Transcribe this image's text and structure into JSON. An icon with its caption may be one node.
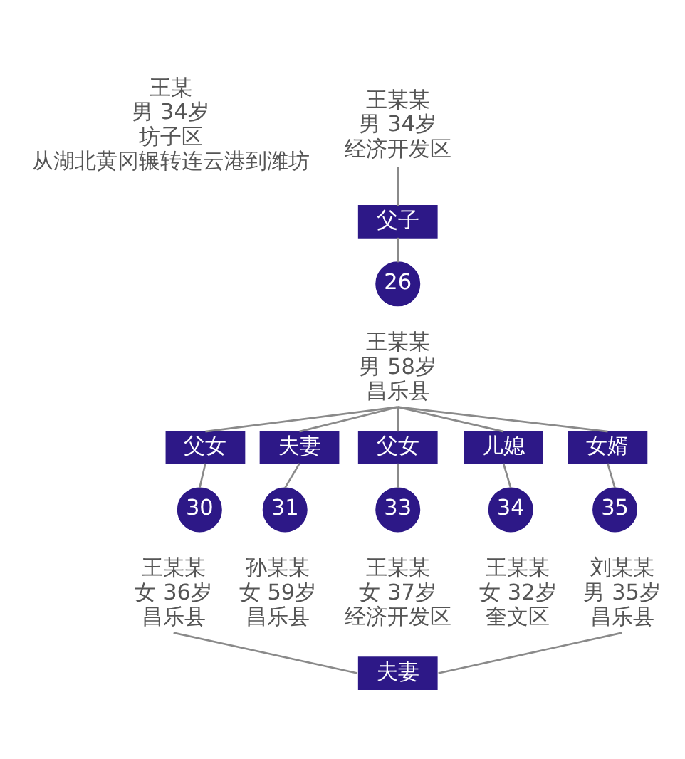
{
  "diagram": {
    "nodes": [
      {
        "text": [
          "王某某",
          "男 34岁",
          "经济开发区"
        ]
      },
      {
        "text": [
          "父子"
        ]
      },
      {
        "text": [
          "26"
        ]
      },
      {
        "text": [
          "王某某",
          "男 58岁",
          "昌乐县"
        ]
      },
      {
        "text": [
          "父女"
        ]
      },
      {
        "text": [
          "夫妻"
        ]
      },
      {
        "text": [
          "父女"
        ]
      },
      {
        "text": [
          "儿媳"
        ]
      },
      {
        "text": [
          "女婿"
        ]
      },
      {
        "text": [
          "30"
        ]
      },
      {
        "text": [
          "31"
        ]
      },
      {
        "text": [
          "33"
        ]
      },
      {
        "text": [
          "34"
        ]
      },
      {
        "text": [
          "35"
        ]
      },
      {
        "text": [
          "王某某",
          "女 36岁",
          "昌乐县"
        ]
      },
      {
        "text": [
          "孙某某",
          "女 59岁",
          "昌乐县"
        ]
      },
      {
        "text": [
          "王某某",
          "女 37岁",
          "经济开发区"
        ]
      },
      {
        "text": [
          "王某某",
          "女 32岁",
          "奎文区"
        ]
      },
      {
        "text": [
          "刘某某",
          "男 35岁",
          "昌乐县"
        ]
      },
      {
        "text": [
          "夫妻"
        ]
      }
    ],
    "edges": [
      {
        "from": 0,
        "to": 1,
        "arrow": "none"
      },
      {
        "from": 1,
        "to": 2,
        "arrow": "none"
      },
      {
        "from": 3,
        "to": 4,
        "arrow": "none"
      },
      {
        "from": 3,
        "to": 5,
        "arrow": "none"
      },
      {
        "from": 3,
        "to": 6,
        "arrow": "none"
      },
      {
        "from": 3,
        "to": 7,
        "arrow": "none"
      },
      {
        "from": 3,
        "to": 8,
        "arrow": "none"
      },
      {
        "from": 4,
        "to": 9,
        "arrow": "none"
      },
      {
        "from": 5,
        "to": 10,
        "arrow": "none"
      },
      {
        "from": 6,
        "to": 11,
        "arrow": "none"
      },
      {
        "from": 7,
        "to": 12,
        "arrow": "none"
      },
      {
        "from": 8,
        "to": 13,
        "arrow": "none"
      },
      {
        "from": 14,
        "to": 19,
        "arrow": "none"
      },
      {
        "from": 19,
        "to": 18,
        "arrow": "none"
      }
    ],
    "labels": [
      "王某",
      "男 34岁",
      "坊子区",
      "从湖北黄冈辗转连云港到潍坊"
    ]
  }
}
